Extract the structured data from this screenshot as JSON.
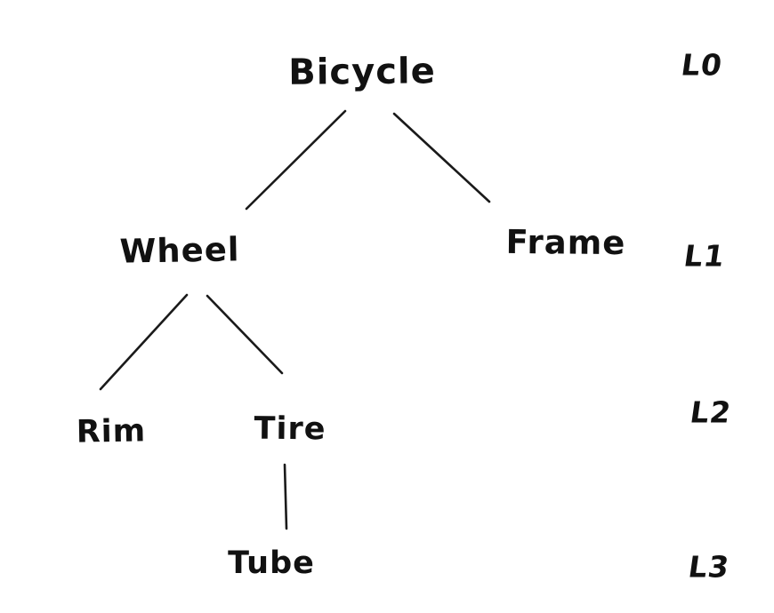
{
  "diagram": {
    "type": "tree",
    "style": "hand-drawn",
    "colors": {
      "ink": "#111111",
      "background": "#ffffff"
    },
    "nodes": [
      {
        "id": "bicycle",
        "label": "Bicycle",
        "level": 0
      },
      {
        "id": "wheel",
        "label": "Wheel",
        "level": 1
      },
      {
        "id": "frame",
        "label": "Frame",
        "level": 1
      },
      {
        "id": "rim",
        "label": "Rim",
        "level": 2
      },
      {
        "id": "tire",
        "label": "Tire",
        "level": 2
      },
      {
        "id": "tube",
        "label": "Tube",
        "level": 3
      }
    ],
    "edges": [
      {
        "from": "bicycle",
        "to": "wheel"
      },
      {
        "from": "bicycle",
        "to": "frame"
      },
      {
        "from": "wheel",
        "to": "rim"
      },
      {
        "from": "wheel",
        "to": "tire"
      },
      {
        "from": "tire",
        "to": "tube"
      }
    ],
    "level_labels": [
      {
        "label": "L0"
      },
      {
        "label": "L1"
      },
      {
        "label": "L2"
      },
      {
        "label": "L3"
      }
    ]
  }
}
